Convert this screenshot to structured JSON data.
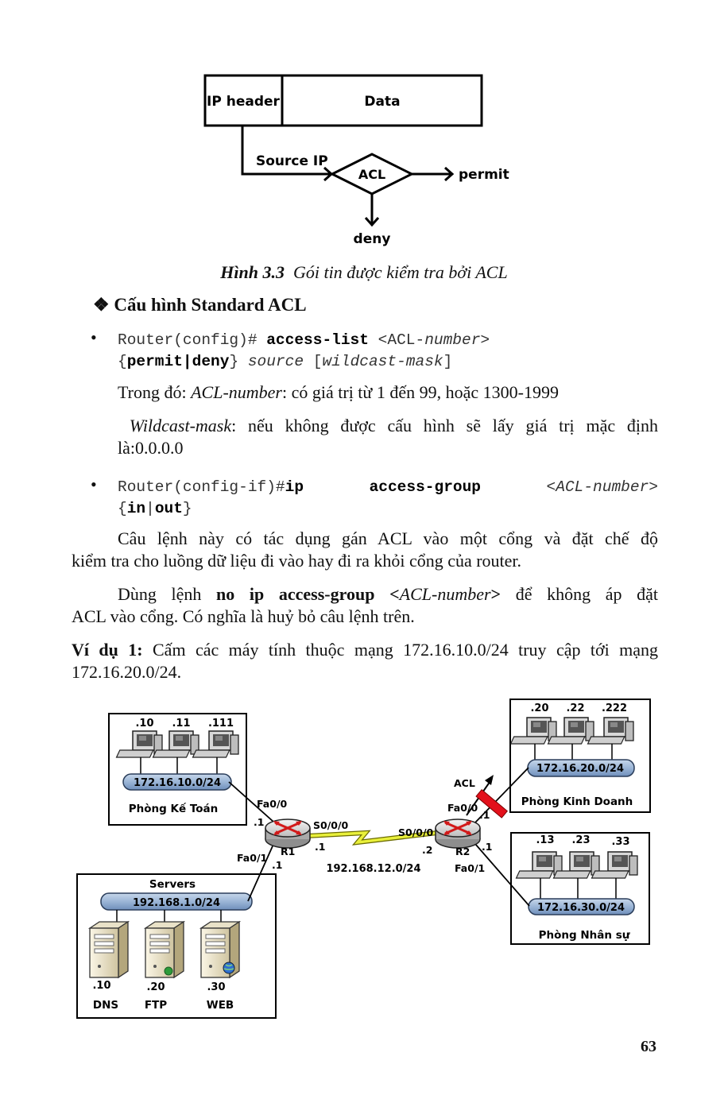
{
  "figure": {
    "ip_header": "IP header",
    "data": "Data",
    "source_ip": "Source IP",
    "acl": "ACL",
    "permit": "permit",
    "deny": "deny",
    "caption_num": "Hình 3.3",
    "caption_text": "Gói tin được kiểm tra bởi ACL"
  },
  "section": {
    "marker": "❖",
    "heading": "Cấu hình Standard ACL"
  },
  "cmd1": {
    "bullet": "•",
    "prefix": "Router(config)# ",
    "keyword": "access-list",
    "arg_open": " <ACL-",
    "arg_italic": "number",
    "arg_close": ">",
    "line2_open": "{",
    "line2_bold": "permit|deny",
    "line2_close": "} ",
    "source": "source",
    "mask_open": " [",
    "mask": "wildcast-mask",
    "mask_close": "]"
  },
  "desc1": {
    "prefix": "Trong đó: ",
    "term": "ACL-number",
    "rest": ": có giá trị từ 1 đến 99, hoặc 1300-1999"
  },
  "desc2": {
    "term": "Wildcast-mask",
    "rest": ": nếu không được cấu hình sẽ lấy giá trị mặc định",
    "line2": "là:0.0.0.0"
  },
  "cmd2": {
    "bullet": "•",
    "prefix": "Router(config-if)#",
    "keyword1": "ip",
    "keyword2": "access-group",
    "arg": "<ACL-number>",
    "line2_open": "{",
    "in": "in",
    "sep": "|",
    "out": "out",
    "line2_close": "}"
  },
  "para1": {
    "line1": "Câu lệnh này có tác dụng gán ACL vào một cổng và đặt chế độ",
    "line2": "kiểm tra cho luồng dữ liệu đi vào hay đi ra khỏi cổng của router."
  },
  "para2": {
    "prefix": "Dùng lệnh ",
    "bold": "no ip access-group <",
    "italic": "ACL-number",
    "bold_close": ">",
    "rest": " để không áp đặt",
    "line2": "ACL vào cổng. Có nghĩa là huỷ bỏ câu lệnh trên."
  },
  "example": {
    "label": "Ví dụ 1:",
    "line1": " Cấm các máy tính thuộc mạng 172.16.10.0/24 truy cập tới mạng",
    "line2": "172.16.20.0/24."
  },
  "topology": {
    "ketoan": {
      "hosts": [
        ".10",
        ".11",
        ".111"
      ],
      "network": "172.16.10.0/24",
      "name": "Phòng Kế Toán"
    },
    "kinhdoanh": {
      "hosts": [
        ".20",
        ".22",
        ".222"
      ],
      "network": "172.16.20.0/24",
      "name": "Phòng Kinh Doanh"
    },
    "nhansu": {
      "hosts": [
        ".13",
        ".23",
        ".33"
      ],
      "network": "172.16.30.0/24",
      "name": "Phòng Nhân sự"
    },
    "servers": {
      "title": "Servers",
      "network": "192.168.1.0/24",
      "items": [
        {
          "ip": ".10",
          "name": "DNS"
        },
        {
          "ip": ".20",
          "name": "FTP"
        },
        {
          "ip": ".30",
          "name": "WEB"
        }
      ]
    },
    "r1": {
      "name": "R1",
      "fa00": "Fa0/0",
      "fa00_ip": ".1",
      "s000": "S0/0/0",
      "s000_ip": ".1",
      "fa01": "Fa0/1",
      "fa01_ip": ".1"
    },
    "r2": {
      "name": "R2",
      "fa00": "Fa0/0",
      "fa00_ip": ".1",
      "s000": "S0/0/0",
      "s000_ip": ".2",
      "fa01": "Fa0/1",
      "fa01_ip": ".1"
    },
    "wan": "192.168.12.0/24",
    "acl": "ACL"
  },
  "page_number": "63"
}
